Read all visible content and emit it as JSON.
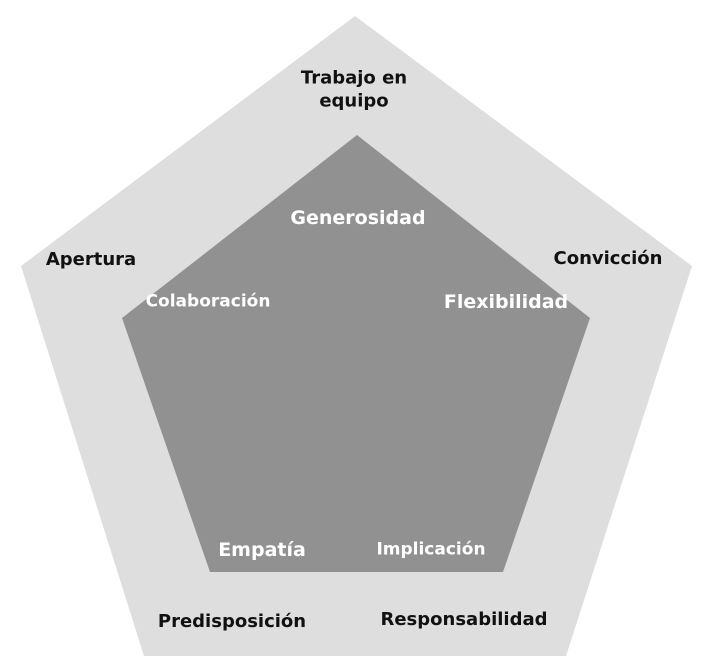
{
  "colors": {
    "outer_fill": "#dedede",
    "inner_fill": "#919191",
    "outer_text": "#111111",
    "inner_text": "#ffffff"
  },
  "outer_labels": {
    "top": "Trabajo en equipo",
    "top_line1": "Trabajo en",
    "top_line2": "equipo",
    "left": "Apertura",
    "right": "Convicción",
    "bottom_left": "Predisposición",
    "bottom_right": "Responsabilidad"
  },
  "inner_labels": {
    "top": "Generosidad",
    "left": "Colaboración",
    "right": "Flexibilidad",
    "bottom_left": "Empatía",
    "bottom_right": "Implicación"
  }
}
